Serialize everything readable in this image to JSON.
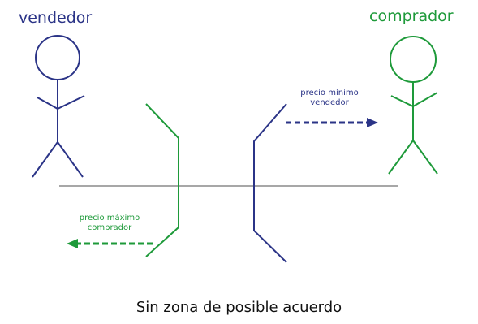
{
  "seller": {
    "title": "vendedor",
    "color": "#2b3487"
  },
  "buyer": {
    "title": "comprador",
    "color": "#1e9a3a"
  },
  "annotations": {
    "seller_min_price_line1": "precio mínimo",
    "seller_min_price_line2": "vendedor",
    "buyer_max_price_line1": "precio máximo",
    "buyer_max_price_line2": "comprador"
  },
  "caption": "Sin zona de posible acuerdo",
  "colors": {
    "seller": "#2b3487",
    "buyer": "#1e9a3a",
    "baseline": "#8a8a8a",
    "caption": "#111111"
  }
}
